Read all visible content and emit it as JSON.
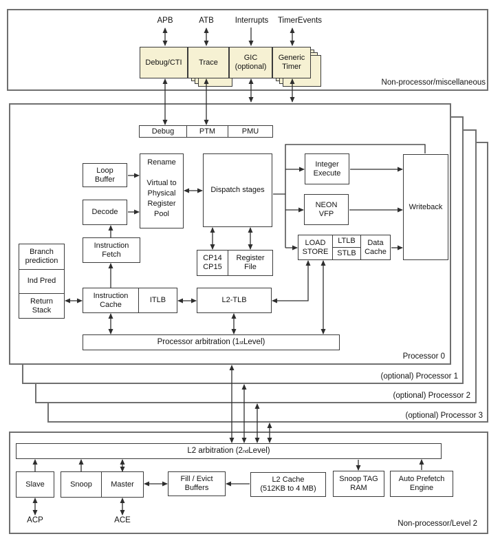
{
  "colors": {
    "block_fill_yellow": "#f6f1d3",
    "line": "#2e2e2e",
    "inner_border": "#3a3a3a",
    "container_border": "#6f6f6f",
    "background": "#ffffff"
  },
  "top_section": {
    "section_label": "Non-processor/miscellaneous",
    "ports": {
      "apb": "APB",
      "atb": "ATB",
      "interrupts": "Interrupts",
      "timer_events": "TimerEvents"
    },
    "blocks": {
      "debug_cti": "Debug/CTI",
      "trace": "Trace",
      "gic": "GIC\n(optional)",
      "generic_timer": "Generic\nTimer"
    }
  },
  "debug_row": {
    "debug": "Debug",
    "ptm": "PTM",
    "pmu": "PMU"
  },
  "processor": {
    "p0_label": "Processor 0",
    "p1_label": "(optional) Processor 1",
    "p2_label": "(optional) Processor 2",
    "p3_label": "(optional) Processor 3",
    "loop_buffer": "Loop\nBuffer",
    "rename": "Rename\n\nVirtual to\nPhysical\nRegister\nPool",
    "decode": "Decode",
    "instruction_fetch": "Instruction\nFetch",
    "branch_prediction": "Branch\nprediction",
    "ind_pred": "Ind Pred",
    "return_stack": "Return\nStack",
    "instruction_cache": "Instruction\nCache",
    "itlb": "ITLB",
    "l2_tlb": "L2-TLB",
    "cp": "CP14\nCP15",
    "register_file": "Register\nFile",
    "dispatch": "Dispatch stages",
    "integer_execute": "Integer\nExecute",
    "neon_vfp": "NEON\nVFP",
    "writeback": "Writeback",
    "load_store": "LOAD\nSTORE",
    "ltlb": "LTLB",
    "stlb": "STLB",
    "data_cache": "Data\nCache",
    "arbitration": {
      "prefix": "Processor arbitration (1",
      "sup": "st",
      "suffix": " Level)"
    }
  },
  "l2_section": {
    "section_label": "Non-processor/Level 2",
    "arbitration": {
      "prefix": "L2 arbitration (2",
      "sup": "nd",
      "suffix": " Level)"
    },
    "slave": "Slave",
    "snoop": "Snoop",
    "master": "Master",
    "fill_evict": "Fill / Evict\nBuffers",
    "l2_cache": "L2 Cache\n(512KB to 4 MB)",
    "snoop_tag_ram": "Snoop TAG\nRAM",
    "auto_prefetch": "Auto Prefetch\nEngine",
    "acp": "ACP",
    "ace": "ACE"
  }
}
